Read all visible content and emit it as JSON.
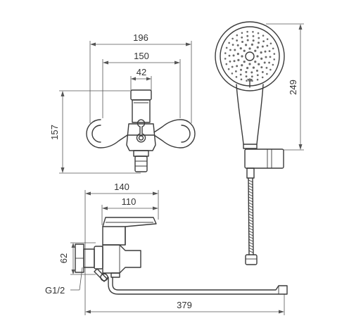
{
  "dimensions": {
    "front_overall_width": "196",
    "front_eccentric_width": "150",
    "front_body_width": "42",
    "front_height": "157",
    "handshower_length": "249",
    "side_depth": "140",
    "side_body_depth": "110",
    "side_connector_height": "62",
    "spout_length": "379",
    "thread_size": "G1/2"
  }
}
